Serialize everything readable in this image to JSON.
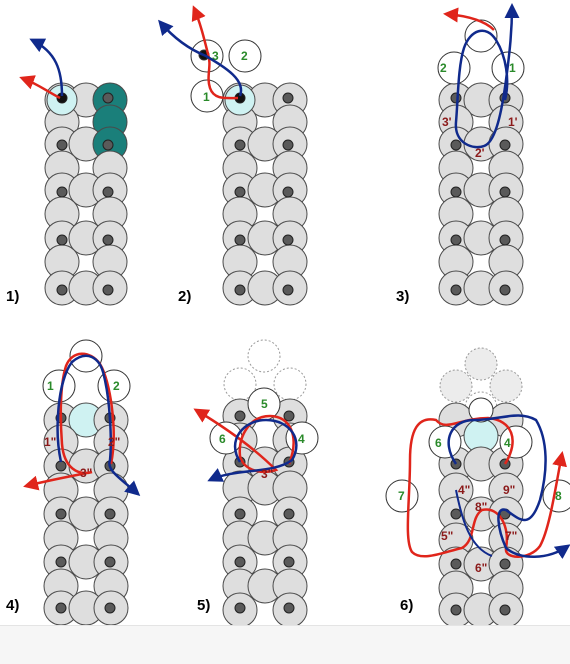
{
  "panels": [
    {
      "label": "1)",
      "numbers": []
    },
    {
      "label": "2)",
      "numbers": [
        "1",
        "2",
        "3"
      ]
    },
    {
      "label": "3)",
      "numbers": [
        "2",
        "1",
        "3'",
        "1'",
        "2'"
      ]
    },
    {
      "label": "4)",
      "numbers": [
        "1",
        "2",
        "1\"",
        "2\"",
        "3\""
      ]
    },
    {
      "label": "5)",
      "numbers": [
        "5",
        "6",
        "4",
        "3\""
      ]
    },
    {
      "label": "6)",
      "numbers": [
        "6",
        "4",
        "7",
        "8",
        "4\"",
        "9\"",
        "8\"",
        "5\"",
        "7\"",
        "6\""
      ]
    }
  ],
  "colors": {
    "bead_fill": "#dedede",
    "bead_stroke": "#4a4a4a",
    "seed_dark": "#5a5a5a",
    "teal": "#1a7f7a",
    "light_cyan": "#cff2f2",
    "thread_red": "#e0251b",
    "thread_blue": "#102a8c",
    "label_green": "#2a8a2a",
    "label_red": "#8b1a1a"
  }
}
